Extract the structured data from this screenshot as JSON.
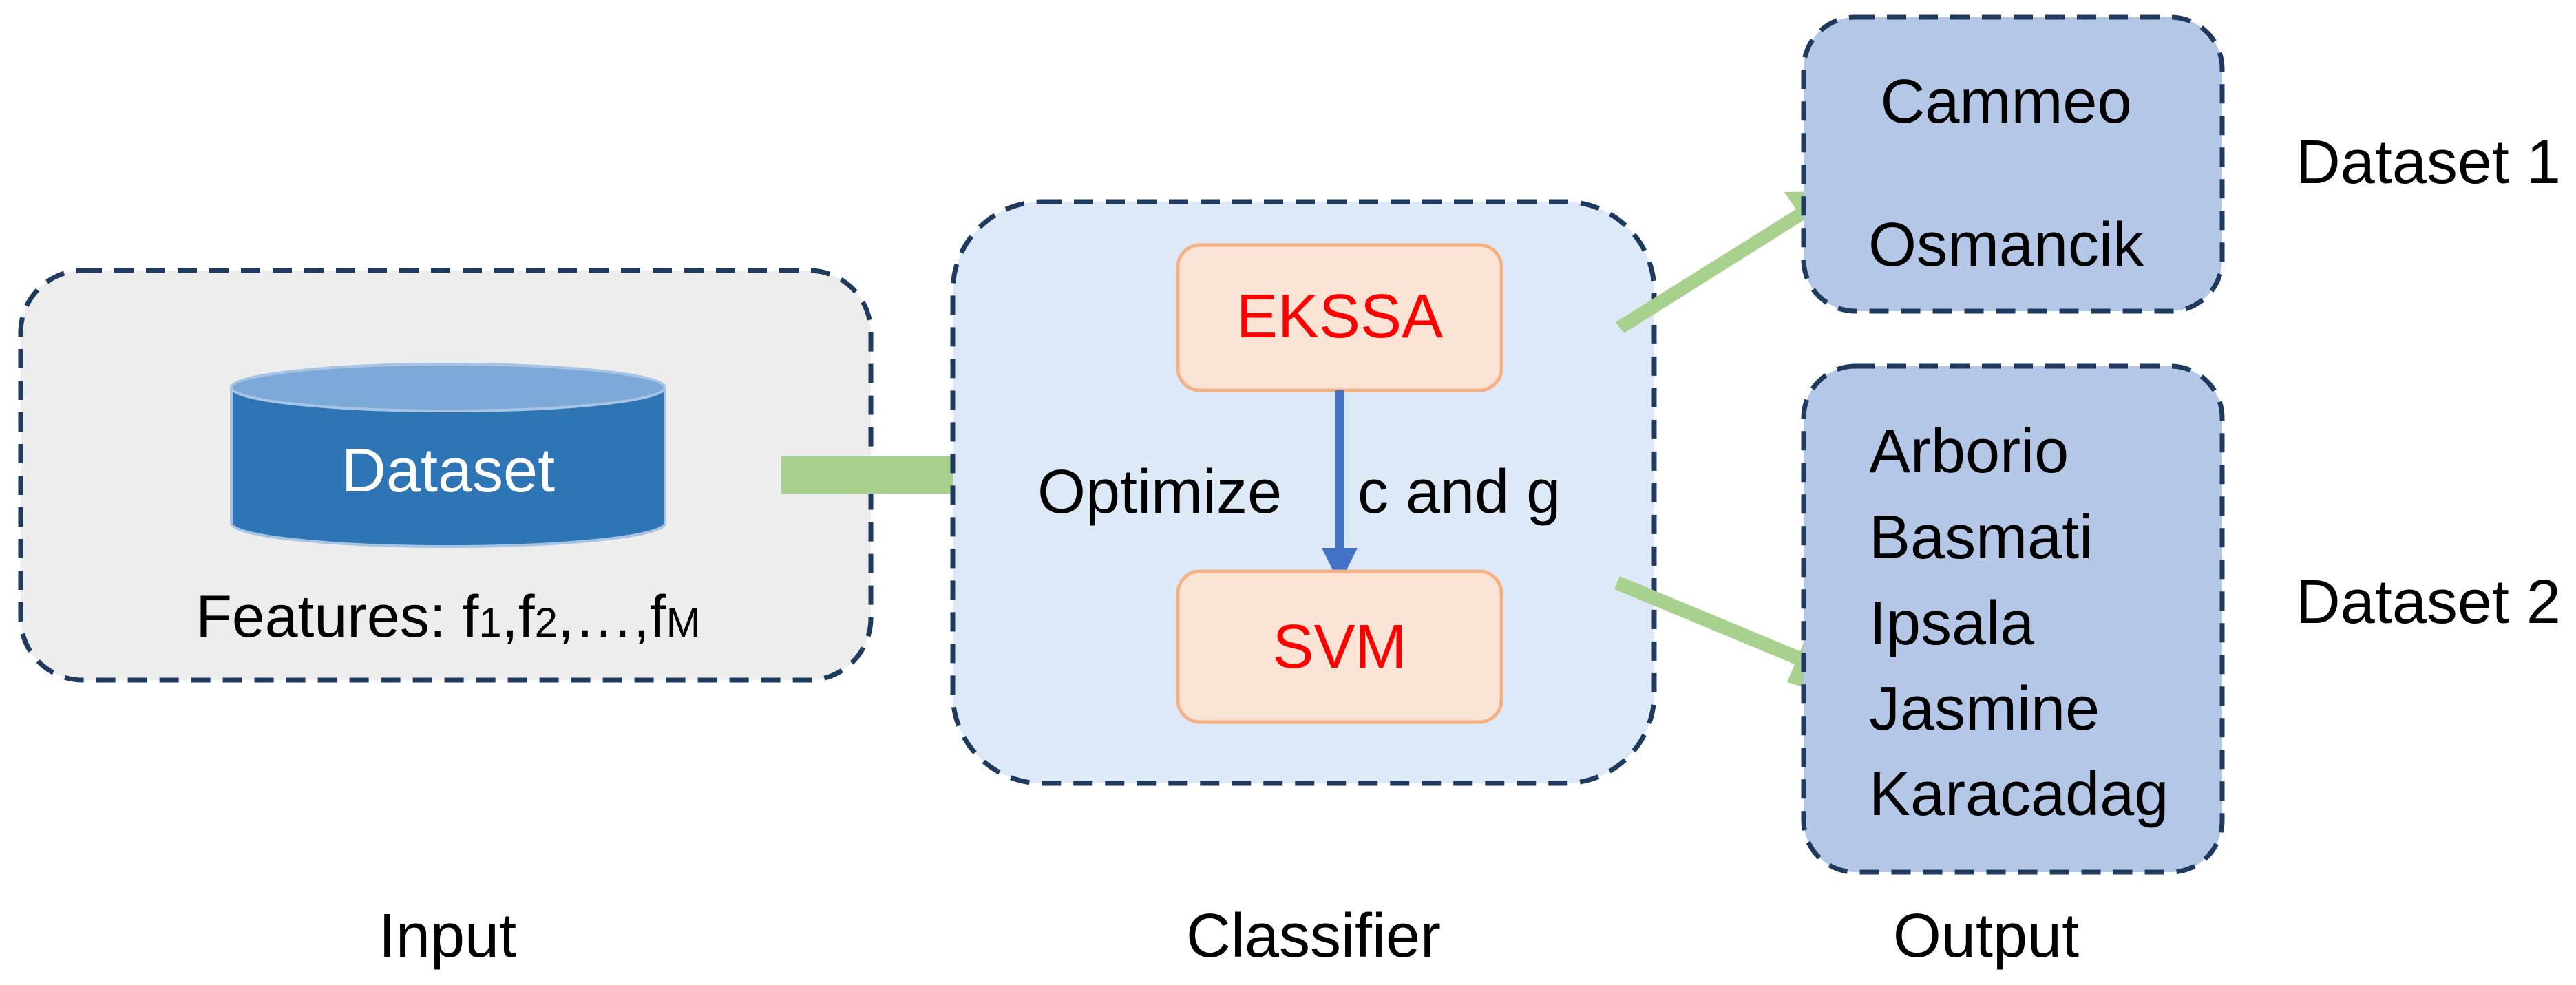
{
  "input_panel": {
    "db_label": "Dataset",
    "features_prefix": "Features: f",
    "sub1": "1",
    "sep1": ",f",
    "sub2": "2",
    "sep2": ",…,f",
    "subM": "M",
    "caption": "Input"
  },
  "classifier_panel": {
    "ekssa_label": "EKSSA",
    "optimize_label": "Optimize",
    "params_label": "c and g",
    "svm_label": "SVM",
    "caption": "Classifier"
  },
  "output_panel": {
    "dataset1": {
      "classes": [
        "Cammeo",
        "Osmancik"
      ],
      "label": "Dataset 1"
    },
    "dataset2": {
      "classes": [
        "Arborio",
        "Basmati",
        "Ipsala",
        "Jasmine",
        "Karacadag"
      ],
      "label": "Dataset 2"
    },
    "caption": "Output"
  },
  "colors": {
    "input_fill": "#ededed",
    "classifier_fill": "#dde9f6",
    "output_fill": "#b4c7e7",
    "dash_stroke": "#1f3a5f",
    "db_body": "#2e75b6",
    "db_top": "#7ca9d8",
    "module_fill": "#fbe3d6",
    "module_stroke": "#f4b183",
    "module_text": "#ff0000",
    "flow_arrow": "#a9d18e",
    "inner_arrow": "#4472c4"
  }
}
